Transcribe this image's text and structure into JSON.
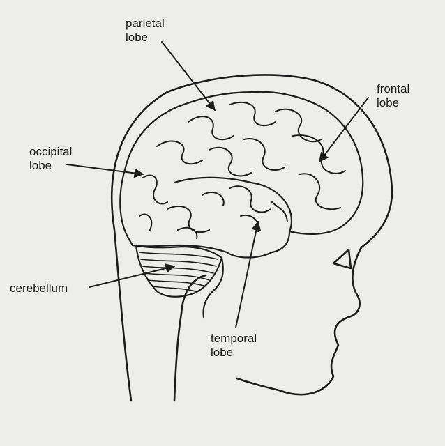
{
  "labels": {
    "parietal": {
      "line1": "parietal",
      "line2": "lobe"
    },
    "frontal": {
      "line1": "frontal",
      "line2": "lobe"
    },
    "occipital": {
      "line1": "occipital",
      "line2": "lobe"
    },
    "cerebellum": {
      "line1": "cerebellum"
    },
    "temporal": {
      "line1": "temporal",
      "line2": "lobe"
    }
  },
  "colors": {
    "background": "#ededea",
    "ink": "#1c1c1c"
  }
}
